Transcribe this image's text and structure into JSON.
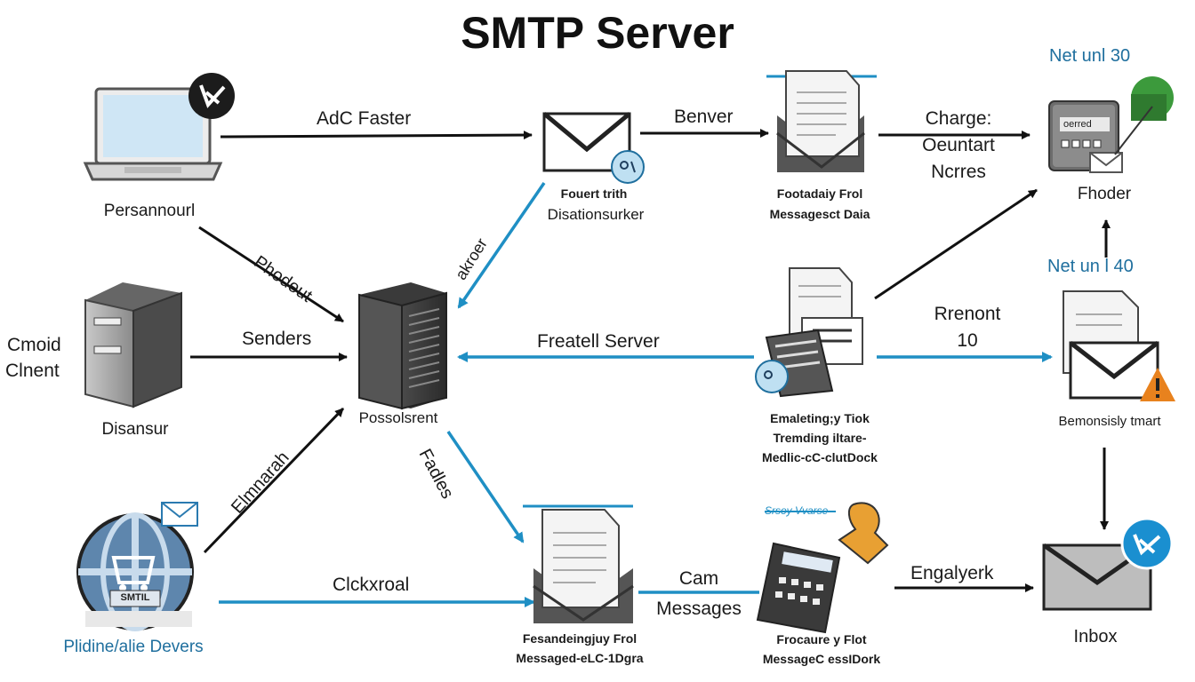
{
  "title": "SMTP Server",
  "nodes": {
    "laptop": {
      "label": "Persannourl"
    },
    "file_server": {
      "label": "Disansur"
    },
    "side_label": {
      "line1": "Cmoid",
      "line2": "Clnent"
    },
    "globe": {
      "label": "Plidine/alie Devers",
      "badge": "SMTIL"
    },
    "core_server": {
      "label": "Possolsrent"
    },
    "envelope_top": {
      "line1": "Fouert trith",
      "line2": "Disationsurker"
    },
    "document_top": {
      "line1": "Footadaiy Frol",
      "line2": "Messagesct Daia"
    },
    "storage_top": {
      "label": "Fhoder",
      "header": "Net unl 30",
      "screen_text": "oerred"
    },
    "processing_mid": {
      "line1": "Emaleting;y Tiok",
      "line2": "Tremding iltare-",
      "line3": "Medlic-cC-clutDock"
    },
    "bounce_mid": {
      "label": "Bemonsisly tmart",
      "header": "Net un l 40"
    },
    "document_bottom": {
      "line1": "Fesandeingjuy Frol",
      "line2": "Messaged-eLC-1Dgra"
    },
    "processing_bottom": {
      "line1": "Frocaure y Flot",
      "line2": "MessageC essIDork",
      "header": "Srsoy Vvarse"
    },
    "inbox": {
      "label": "Inbox"
    }
  },
  "edges": {
    "laptop_to_envelope": "AdC Faster",
    "envelope_to_document": "Benver",
    "document_to_storage": {
      "line1": "Charge:",
      "line2": "Oeuntart",
      "line3": "Ncrres"
    },
    "laptop_to_server": "Phodeut",
    "envelope_to_server": "akroer",
    "fileserver_to_server": "Senders",
    "processing_to_server": "Freatell Server",
    "processing_to_bounce": {
      "line1": "Rrenont",
      "line2": "10"
    },
    "globe_to_server": "Elmnarah",
    "server_to_document": "Fadles",
    "globe_to_document": "Clckxroal",
    "document_to_processing": {
      "line1": "Cam",
      "line2": "Messages"
    },
    "processing_to_inbox": "Engalyerk"
  },
  "colors": {
    "blue": "#1f8fc4",
    "black": "#111111",
    "label_blue": "#1f6f9e"
  }
}
